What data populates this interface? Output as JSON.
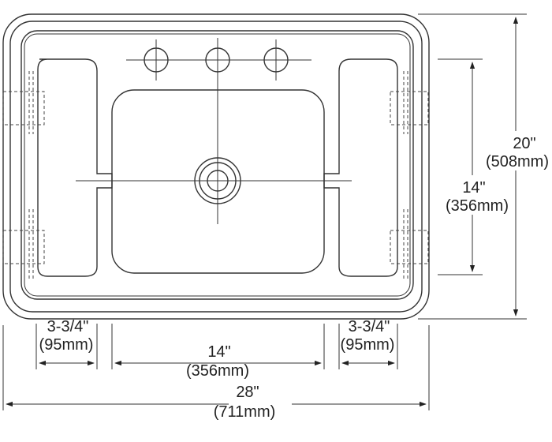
{
  "drawing": {
    "colors": {
      "line": "#333333",
      "background": "#ffffff"
    },
    "dimensions": {
      "overall_height": {
        "imperial": "20\"",
        "metric": "(508mm)"
      },
      "bowl_height": {
        "imperial": "14\"",
        "metric": "(356mm)"
      },
      "left_ledge": {
        "imperial": "3-3/4\"",
        "metric": "(95mm)"
      },
      "bowl_width": {
        "imperial": "14\"",
        "metric": "(356mm)"
      },
      "right_ledge": {
        "imperial": "3-3/4\"",
        "metric": "(95mm)"
      },
      "overall_width": {
        "imperial": "28\"",
        "metric": "(711mm)"
      }
    }
  }
}
